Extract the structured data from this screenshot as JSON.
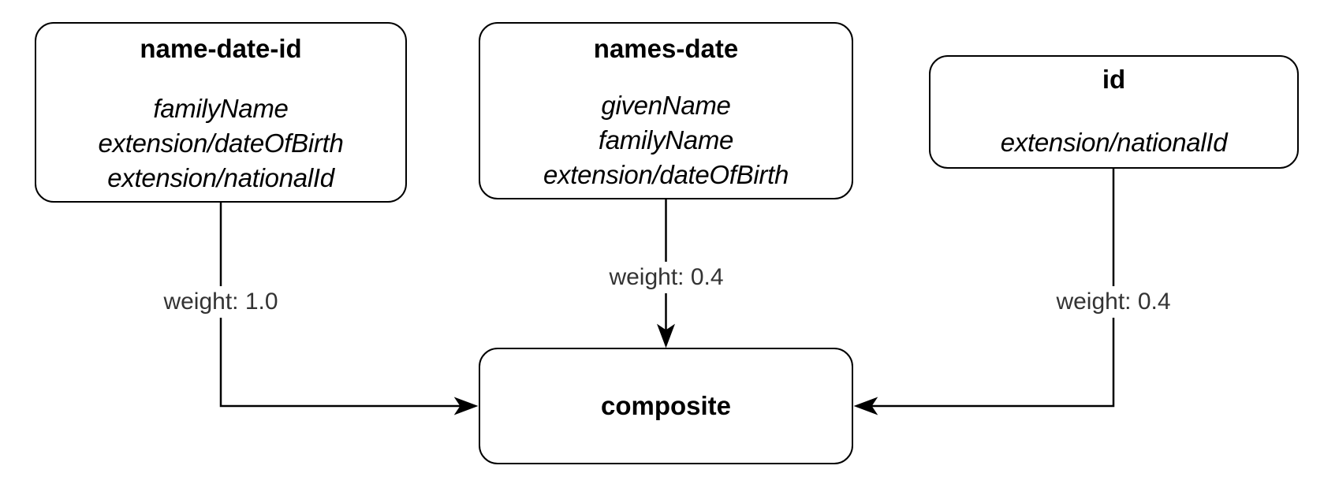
{
  "diagram": {
    "type": "weighted-composition-flowchart",
    "colors": {
      "stroke": "#000000",
      "node_fill": "#ffffff",
      "node_text": "#000000",
      "edge_label_text": "#333333",
      "background": "#ffffff"
    },
    "nodes": [
      {
        "id": "name-date-id",
        "title": "name-date-id",
        "items": [
          "familyName",
          "extension/dateOfBirth",
          "extension/nationalId"
        ]
      },
      {
        "id": "names-date",
        "title": "names-date",
        "items": [
          "givenName",
          "familyName",
          "extension/dateOfBirth"
        ]
      },
      {
        "id": "id",
        "title": "id",
        "items": [
          "extension/nationalId"
        ]
      },
      {
        "id": "composite",
        "title": "composite",
        "items": []
      }
    ],
    "edges": [
      {
        "from": "name-date-id",
        "to": "composite",
        "label": "weight: 1.0"
      },
      {
        "from": "names-date",
        "to": "composite",
        "label": "weight: 0.4"
      },
      {
        "from": "id",
        "to": "composite",
        "label": "weight: 0.4"
      }
    ]
  }
}
